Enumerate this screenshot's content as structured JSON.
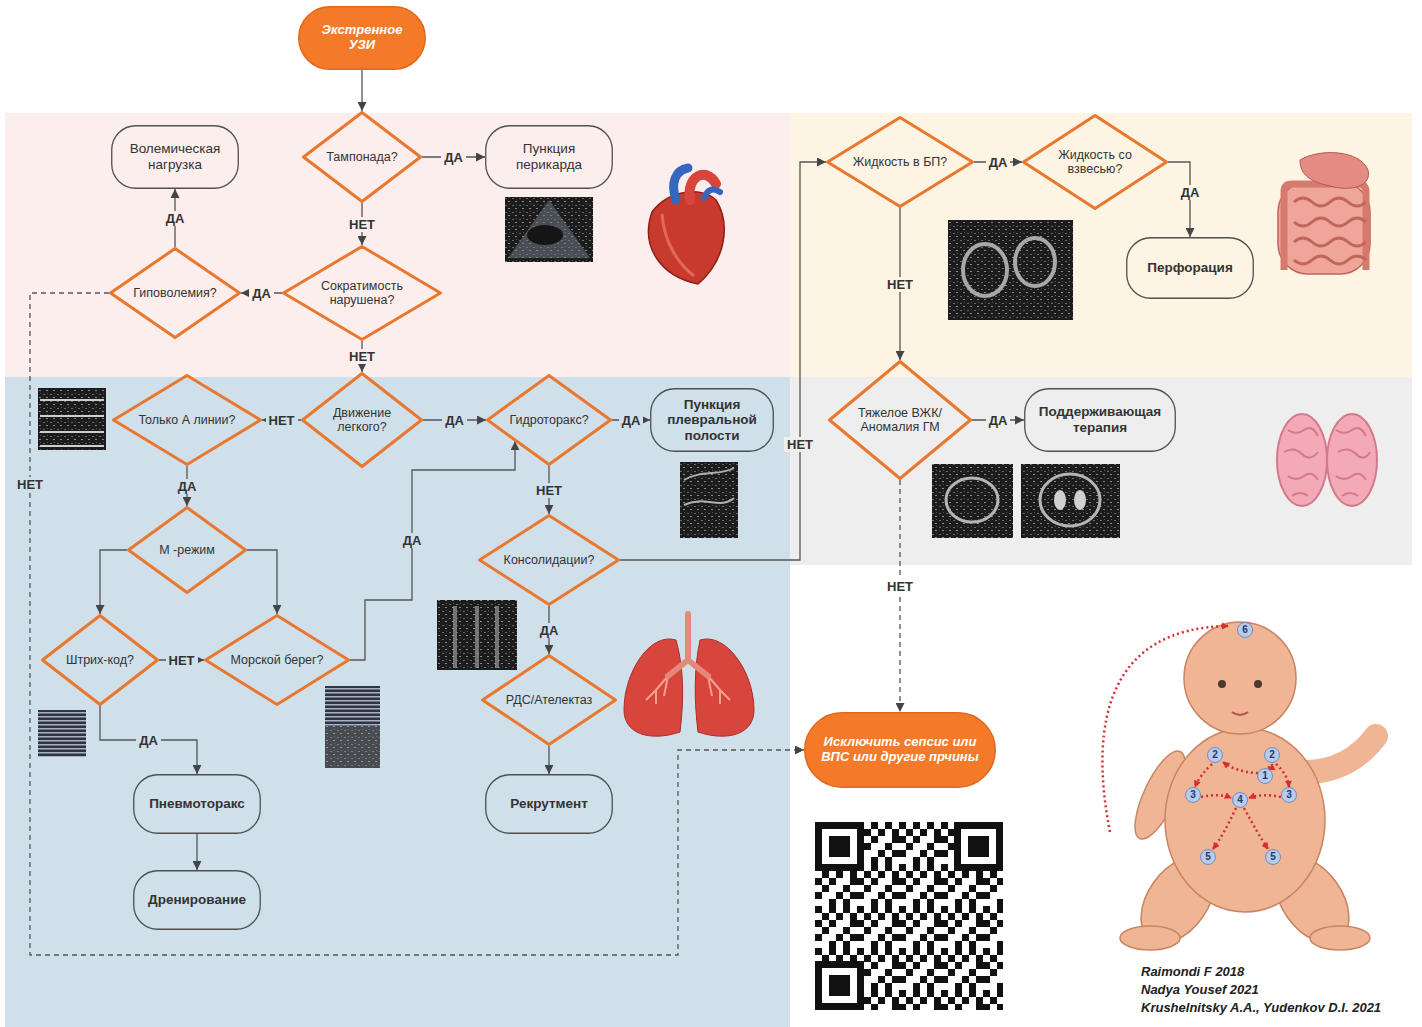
{
  "diagram": {
    "nodes": [
      {
        "text": [
          "Экстренное УЗИ"
        ]
      },
      {
        "text": [
          "Тампонада?"
        ]
      },
      {
        "text": [
          "Пункция перикарда"
        ]
      },
      {
        "text": [
          "Волемическая нагрузка"
        ]
      },
      {
        "text": [
          "Сократимость нарушена?"
        ]
      },
      {
        "text": [
          "Гиповолемия?"
        ]
      },
      {
        "text": [
          "Движение легкого?"
        ]
      },
      {
        "text": [
          "Только А линии?"
        ]
      },
      {
        "text": [
          "Гидроторакс?"
        ]
      },
      {
        "text": [
          "Пункция плевральной полости"
        ]
      },
      {
        "text": [
          "М -режим"
        ]
      },
      {
        "text": [
          "Штрих-код?"
        ]
      },
      {
        "text": [
          "Морской берег?"
        ]
      },
      {
        "text": [
          "Пневмоторакс"
        ]
      },
      {
        "text": [
          "Дренирование"
        ]
      },
      {
        "text": [
          "Консолидации?"
        ]
      },
      {
        "text": [
          "РДС/Ателектаз"
        ]
      },
      {
        "text": [
          "Рекрутмент"
        ]
      },
      {
        "text": [
          "Жидкость в БП?"
        ]
      },
      {
        "text": [
          "Жидкость со взвесью?"
        ]
      },
      {
        "text": [
          "Перфорация"
        ]
      },
      {
        "text": [
          "Тяжелое ВЖК/Аномалия ГМ"
        ]
      },
      {
        "text": [
          "Поддерживающая терапия"
        ]
      },
      {
        "text": [
          "Исключить сепсис или ВПС или другие прчины"
        ]
      }
    ],
    "edges": [
      {
        "from": 0,
        "to": 1,
        "arrow": "to"
      },
      {
        "from": 1,
        "to": 2,
        "label": "ДА",
        "arrow": "to"
      },
      {
        "from": 1,
        "to": 4,
        "label": "НЕТ",
        "arrow": "to"
      },
      {
        "from": 4,
        "to": 5,
        "label": "ДА",
        "arrow": "to"
      },
      {
        "from": 5,
        "to": 3,
        "label": "ДА",
        "arrow": "to"
      },
      {
        "from": 5,
        "to": 23,
        "label": "НЕТ",
        "arrow": "to"
      },
      {
        "from": 4,
        "to": 6,
        "label": "НЕТ",
        "arrow": "to"
      },
      {
        "from": 6,
        "to": 7,
        "label": "НЕТ",
        "arrow": "to"
      },
      {
        "from": 6,
        "to": 8,
        "label": "ДА",
        "arrow": "to"
      },
      {
        "from": 7,
        "to": 10,
        "label": "ДА",
        "arrow": "to"
      },
      {
        "from": 10,
        "to": 11,
        "arrow": "to"
      },
      {
        "from": 10,
        "to": 12,
        "arrow": "to"
      },
      {
        "from": 11,
        "to": 12,
        "label": "НЕТ",
        "arrow": "to"
      },
      {
        "from": 11,
        "to": 13,
        "label": "ДА",
        "arrow": "to"
      },
      {
        "from": 12,
        "to": 8,
        "label": "ДА",
        "arrow": "to"
      },
      {
        "from": 13,
        "to": 14,
        "arrow": "to"
      },
      {
        "from": 8,
        "to": 9,
        "label": "ДА",
        "arrow": "to"
      },
      {
        "from": 8,
        "to": 15,
        "label": "НЕТ",
        "arrow": "to"
      },
      {
        "from": 15,
        "to": 16,
        "label": "ДА",
        "arrow": "to"
      },
      {
        "from": 16,
        "to": 17,
        "arrow": "to"
      },
      {
        "from": 15,
        "to": 18,
        "label": "НЕТ",
        "arrow": "to"
      },
      {
        "from": 18,
        "to": 19,
        "label": "ДА",
        "arrow": "to"
      },
      {
        "from": 19,
        "to": 20,
        "label": "ДА",
        "arrow": "to"
      },
      {
        "from": 18,
        "to": 21,
        "label": "НЕТ",
        "arrow": "to"
      },
      {
        "from": 21,
        "to": 22,
        "label": "ДА",
        "arrow": "to"
      },
      {
        "from": 21,
        "to": 23,
        "label": "НЕТ",
        "arrow": "to"
      }
    ],
    "labels": [
      "6",
      "2",
      "2",
      "1",
      "3",
      "4",
      "3",
      "5",
      "5",
      "Raimondi F 2018",
      "Nadya Yousef 2021",
      "Krushelnitsky A.A., Yudenkov D.I. 2021"
    ]
  }
}
